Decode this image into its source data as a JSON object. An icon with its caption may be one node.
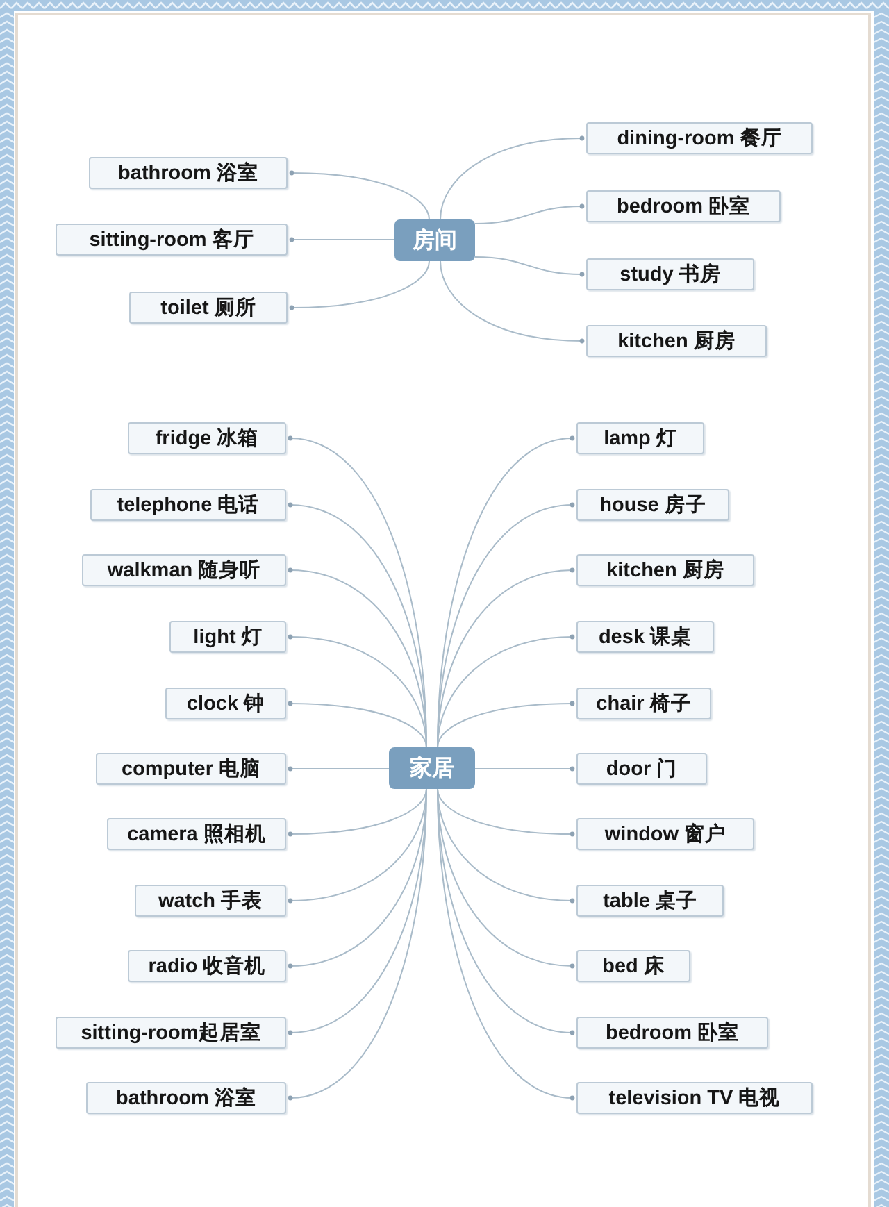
{
  "diagram": {
    "nodes": [
      {
        "text": [
          "房间"
        ]
      },
      {
        "text": [
          "bathroom 浴室"
        ]
      },
      {
        "text": [
          "sitting-room 客厅"
        ]
      },
      {
        "text": [
          "toilet 厕所"
        ]
      },
      {
        "text": [
          "dining-room 餐厅"
        ]
      },
      {
        "text": [
          "bedroom 卧室"
        ]
      },
      {
        "text": [
          "study 书房"
        ]
      },
      {
        "text": [
          "kitchen 厨房"
        ]
      },
      {
        "text": [
          "家居"
        ]
      },
      {
        "text": [
          "fridge 冰箱"
        ]
      },
      {
        "text": [
          "telephone 电话"
        ]
      },
      {
        "text": [
          "walkman 随身听"
        ]
      },
      {
        "text": [
          "light 灯"
        ]
      },
      {
        "text": [
          "clock 钟"
        ]
      },
      {
        "text": [
          "computer 电脑"
        ]
      },
      {
        "text": [
          "camera 照相机"
        ]
      },
      {
        "text": [
          "watch 手表"
        ]
      },
      {
        "text": [
          "radio 收音机"
        ]
      },
      {
        "text": [
          "sitting-room起居室"
        ]
      },
      {
        "text": [
          "bathroom 浴室"
        ]
      },
      {
        "text": [
          "lamp 灯"
        ]
      },
      {
        "text": [
          "house 房子"
        ]
      },
      {
        "text": [
          "kitchen 厨房"
        ]
      },
      {
        "text": [
          "desk 课桌"
        ]
      },
      {
        "text": [
          "chair 椅子"
        ]
      },
      {
        "text": [
          "door 门"
        ]
      },
      {
        "text": [
          "window 窗户"
        ]
      },
      {
        "text": [
          "table 桌子"
        ]
      },
      {
        "text": [
          "bed 床"
        ]
      },
      {
        "text": [
          "bedroom 卧室"
        ]
      },
      {
        "text": [
          "television TV 电视"
        ]
      }
    ],
    "edges": [
      {
        "from": 0,
        "to": 1,
        "arrow": "other"
      },
      {
        "from": 0,
        "to": 2,
        "arrow": "other"
      },
      {
        "from": 0,
        "to": 3,
        "arrow": "other"
      },
      {
        "from": 0,
        "to": 4,
        "arrow": "other"
      },
      {
        "from": 0,
        "to": 5,
        "arrow": "other"
      },
      {
        "from": 0,
        "to": 6,
        "arrow": "other"
      },
      {
        "from": 0,
        "to": 7,
        "arrow": "other"
      },
      {
        "from": 8,
        "to": 9,
        "arrow": "other"
      },
      {
        "from": 8,
        "to": 10,
        "arrow": "other"
      },
      {
        "from": 8,
        "to": 11,
        "arrow": "other"
      },
      {
        "from": 8,
        "to": 12,
        "arrow": "other"
      },
      {
        "from": 8,
        "to": 13,
        "arrow": "other"
      },
      {
        "from": 8,
        "to": 14,
        "arrow": "other"
      },
      {
        "from": 8,
        "to": 15,
        "arrow": "other"
      },
      {
        "from": 8,
        "to": 16,
        "arrow": "other"
      },
      {
        "from": 8,
        "to": 17,
        "arrow": "other"
      },
      {
        "from": 8,
        "to": 18,
        "arrow": "other"
      },
      {
        "from": 8,
        "to": 19,
        "arrow": "other"
      },
      {
        "from": 8,
        "to": 20,
        "arrow": "other"
      },
      {
        "from": 8,
        "to": 21,
        "arrow": "other"
      },
      {
        "from": 8,
        "to": 22,
        "arrow": "other"
      },
      {
        "from": 8,
        "to": 23,
        "arrow": "other"
      },
      {
        "from": 8,
        "to": 24,
        "arrow": "other"
      },
      {
        "from": 8,
        "to": 25,
        "arrow": "other"
      },
      {
        "from": 8,
        "to": 26,
        "arrow": "other"
      },
      {
        "from": 8,
        "to": 27,
        "arrow": "other"
      },
      {
        "from": 8,
        "to": 28,
        "arrow": "other"
      },
      {
        "from": 8,
        "to": 29,
        "arrow": "other"
      },
      {
        "from": 8,
        "to": 30,
        "arrow": "other"
      }
    ]
  }
}
